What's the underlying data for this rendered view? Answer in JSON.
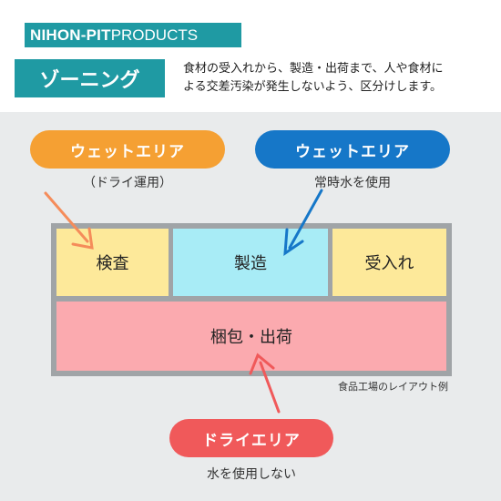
{
  "logo": {
    "bold": "NIHON-PIT",
    "thin": "PRODUCTS"
  },
  "title": "ゾーニング",
  "description": {
    "line1": "食材の受入れから、製造・出荷まで、人や食材に",
    "line2": "よる交差汚染が発生しないよう、区分けします。"
  },
  "labels": {
    "wet_dry_use": {
      "title": "ウェットエリア",
      "sub": "（ドライ運用）",
      "color": "#f5a033"
    },
    "wet": {
      "title": "ウェットエリア",
      "sub": "常時水を使用",
      "color": "#1677c8"
    },
    "dry": {
      "title": "ドライエリア",
      "sub": "水を使用しない",
      "color": "#f0595a"
    }
  },
  "zones": {
    "inspection": {
      "label": "検査",
      "color": "#fde99a"
    },
    "production": {
      "label": "製造",
      "color": "#a8ecf6"
    },
    "receiving": {
      "label": "受入れ",
      "color": "#fde99a"
    },
    "packing": {
      "label": "梱包・出荷",
      "color": "#fbaaaf"
    }
  },
  "caption": "食品工場のレイアウト例"
}
